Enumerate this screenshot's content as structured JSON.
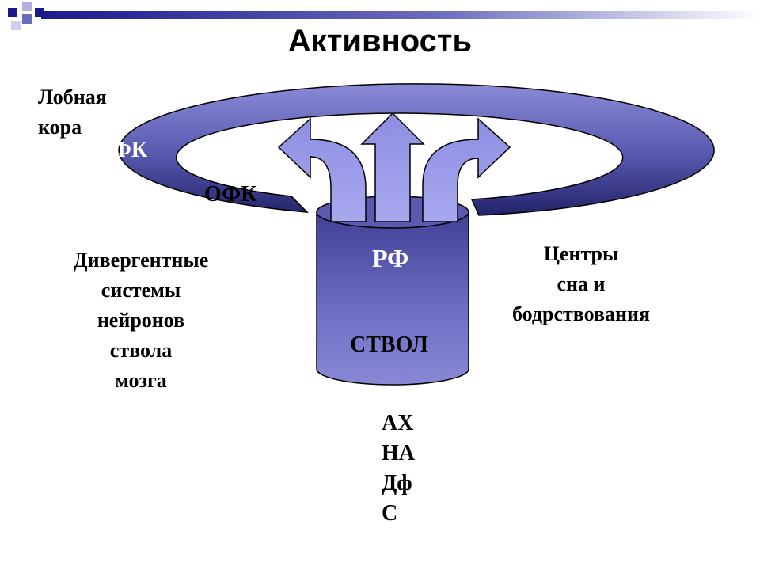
{
  "title": "Активность",
  "labels": {
    "frontal_cortex": [
      "Лобная",
      "кора"
    ],
    "pfk": "ПФК",
    "ofk": "ОФК",
    "rf": "РФ",
    "stem": "СТВОЛ",
    "divergent": [
      "Дивергентные",
      "системы",
      "нейронов",
      "ствола",
      "мозга"
    ],
    "centers": [
      "Центры",
      "сна и",
      "бодрствования"
    ],
    "mediators": [
      "АХ",
      "НА",
      "Дф",
      "С"
    ]
  },
  "colors": {
    "ring_fill": "#6f6fc4",
    "ring_dark": "#25256e",
    "cylinder": "#6a6ac0",
    "arrow_fill": "#9a9ae8",
    "outline": "#000000"
  }
}
